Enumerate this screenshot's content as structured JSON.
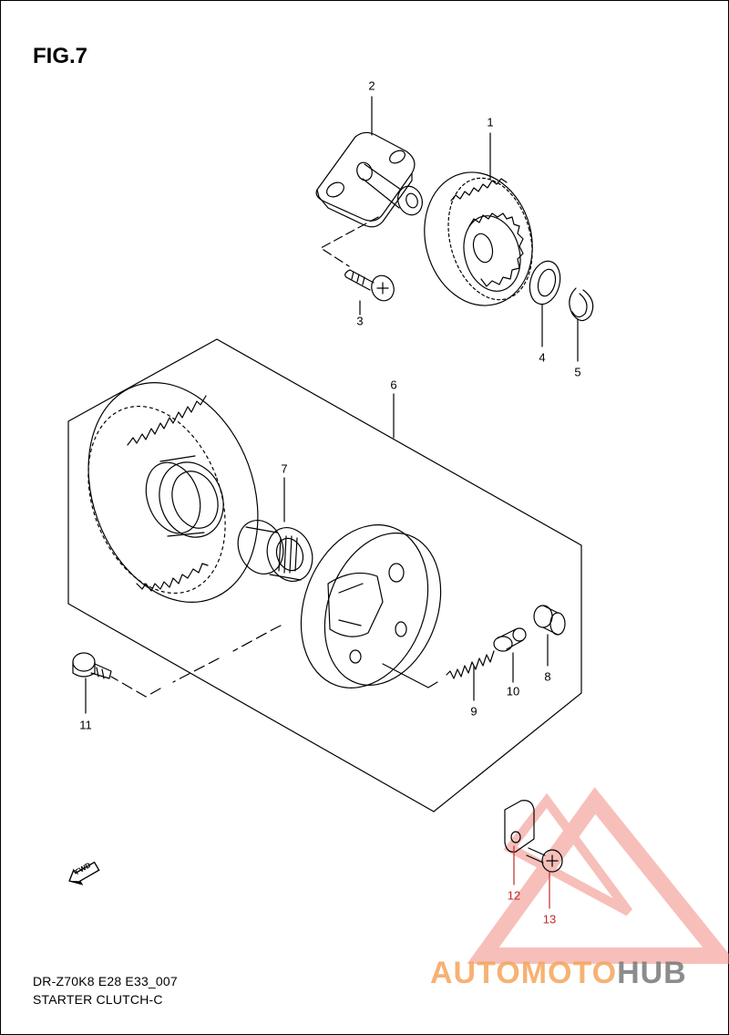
{
  "figure": {
    "title": "FIG.7"
  },
  "callouts": [
    {
      "id": "1",
      "color": "black"
    },
    {
      "id": "2",
      "color": "black"
    },
    {
      "id": "3",
      "color": "black"
    },
    {
      "id": "4",
      "color": "black"
    },
    {
      "id": "5",
      "color": "black"
    },
    {
      "id": "6",
      "color": "black"
    },
    {
      "id": "7",
      "color": "black"
    },
    {
      "id": "8",
      "color": "black"
    },
    {
      "id": "9",
      "color": "black"
    },
    {
      "id": "10",
      "color": "black"
    },
    {
      "id": "11",
      "color": "black"
    },
    {
      "id": "12",
      "color": "red"
    },
    {
      "id": "13",
      "color": "red"
    }
  ],
  "fwd_arrow": {
    "text": "FWD"
  },
  "caption": {
    "model_code": "DR-Z70K8 E28 E33_007",
    "section": "STARTER CLUTCH-C"
  },
  "watermark": {
    "brand_part1": "AUTOMOTO",
    "brand_part2": "HUB",
    "accent_color": "#f28b82",
    "text_color_primary": "#f5a55a",
    "text_color_secondary": "#777777"
  },
  "colors": {
    "line": "#000000",
    "callout_red": "#c62828"
  }
}
